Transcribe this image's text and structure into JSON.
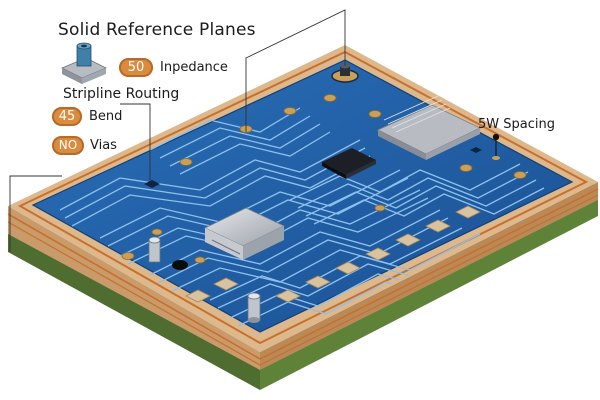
{
  "title": "Solid Reference Planes",
  "labels": {
    "impedance_value": "50",
    "impedance_text": "Inpedance",
    "stripline": "Stripline Routing",
    "bend_value": "45",
    "bend_text": "Bend",
    "vias_value": "NO",
    "vias_text": "Vias",
    "spacing": "5W Spacing"
  },
  "colors": {
    "board_blue": "#1f5fa8",
    "trace_blue": "#7fb6ea",
    "fr4": "#d9b48a",
    "copper": "#c8702c",
    "grass": "#5a7a3a",
    "pad_gold": "#c9a05a",
    "badge_orange": "#d98b3e"
  }
}
